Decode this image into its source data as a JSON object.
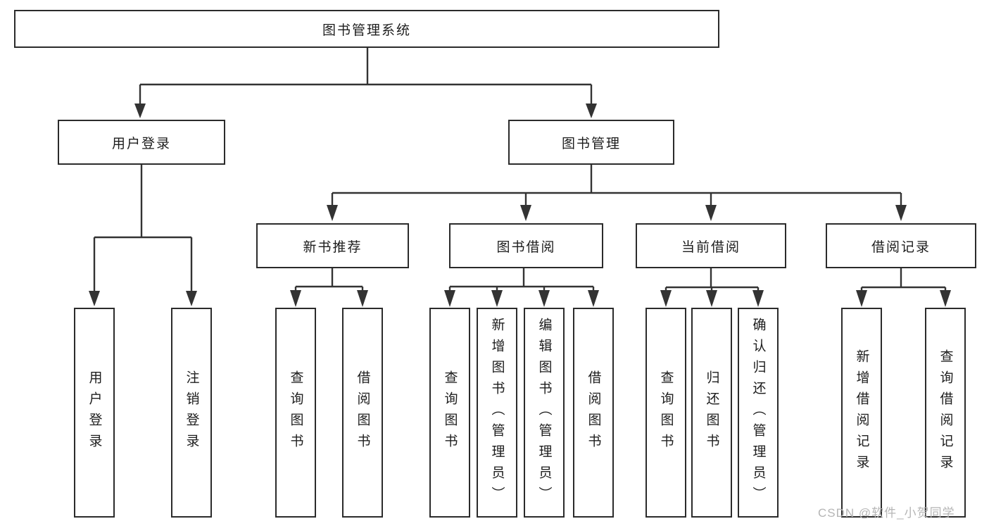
{
  "tree": {
    "label": "图书管理系统",
    "children": [
      {
        "label": "用户登录",
        "children": [
          {
            "label": "用户登录"
          },
          {
            "label": "注销登录"
          }
        ]
      },
      {
        "label": "图书管理",
        "children": [
          {
            "label": "新书推荐",
            "children": [
              {
                "label": "查询图书"
              },
              {
                "label": "借阅图书"
              }
            ]
          },
          {
            "label": "图书借阅",
            "children": [
              {
                "label": "查询图书"
              },
              {
                "label": "新增图书（管理员）"
              },
              {
                "label": "编辑图书（管理员）"
              },
              {
                "label": "借阅图书"
              }
            ]
          },
          {
            "label": "当前借阅",
            "children": [
              {
                "label": "查询图书"
              },
              {
                "label": "归还图书"
              },
              {
                "label": "确认归还（管理员）"
              }
            ]
          },
          {
            "label": "借阅记录",
            "children": [
              {
                "label": "新增借阅记录"
              },
              {
                "label": "查询借阅记录"
              }
            ]
          }
        ]
      }
    ]
  },
  "watermark": {
    "text": "CSDN @软件_小贺同学"
  },
  "colors": {
    "line": "#333333",
    "border": "#2b2b2b",
    "text": "#1d1d1d",
    "watermark": "#b5b5b5",
    "background": "#ffffff"
  }
}
